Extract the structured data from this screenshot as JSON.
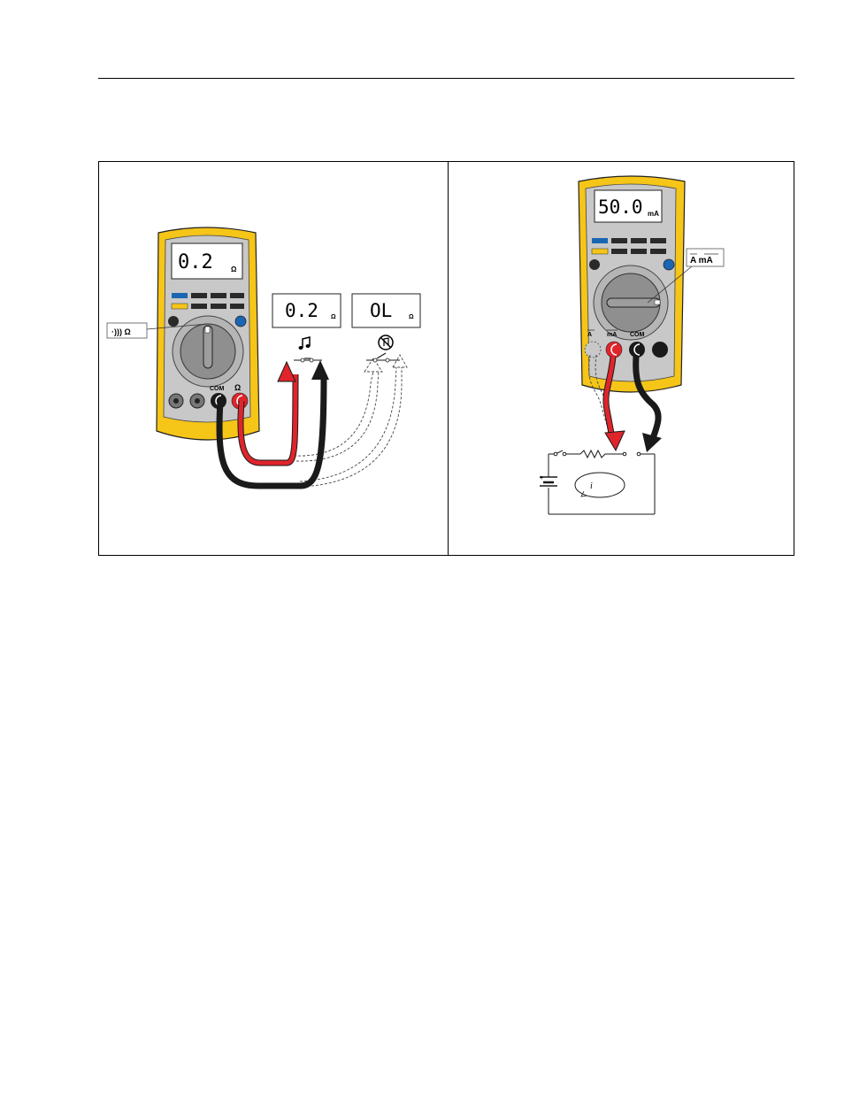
{
  "figure": {
    "left_panel": {
      "meter_display": {
        "value": "0.2",
        "unit": "Ω"
      },
      "dial_callout": "·))) Ω",
      "jack_com": "COM",
      "jack_ohm": "Ω",
      "result_closed": {
        "value": "0.2",
        "unit": "Ω",
        "icon": "beeper-on-icon"
      },
      "result_open": {
        "value": "OL",
        "unit": "Ω",
        "icon": "beeper-off-icon"
      }
    },
    "right_panel": {
      "meter_display": {
        "value": "50.0",
        "unit": "mA"
      },
      "dial_callout": "A  mA",
      "jack_a": "A",
      "jack_ma": "mA",
      "jack_com": "COM",
      "current_symbol": "i",
      "battery_plus": "+"
    }
  },
  "colors": {
    "meter_body": "#f5c518",
    "meter_face": "#c8c8c8",
    "lead_red": "#e0242b",
    "lead_black": "#1a1a1a",
    "button_blue": "#1a66b3",
    "button_yellow": "#f5c518"
  }
}
